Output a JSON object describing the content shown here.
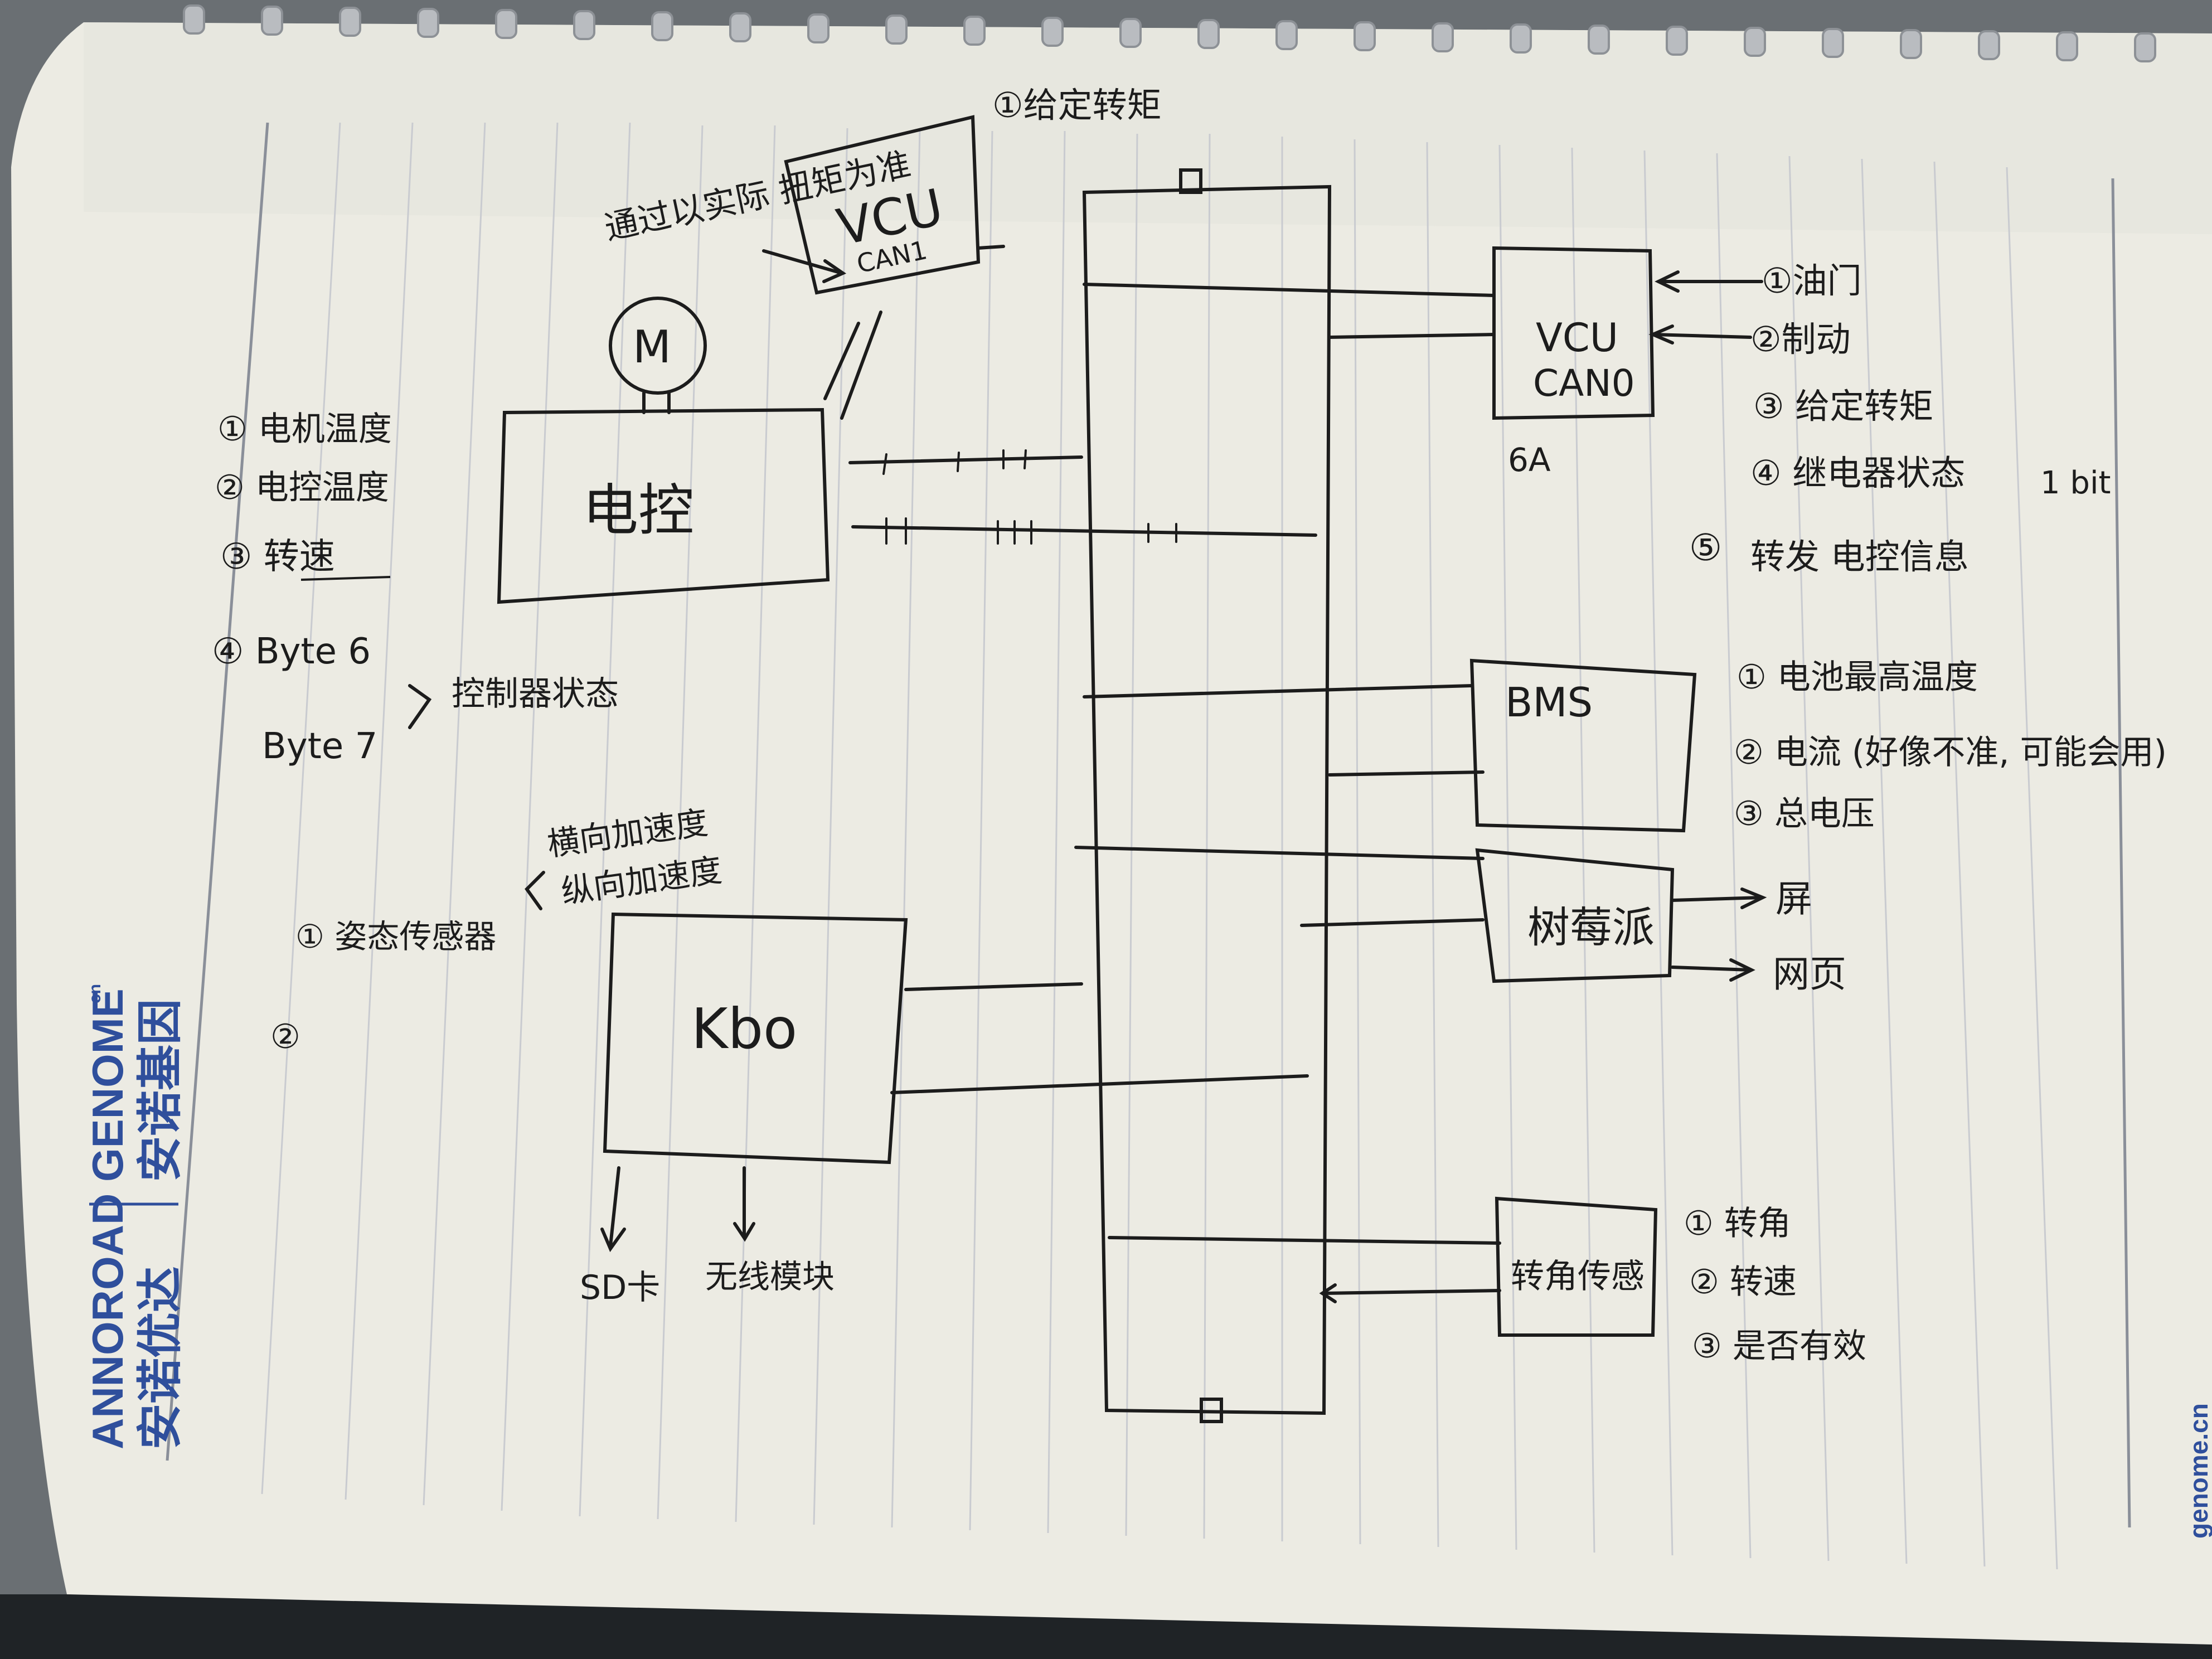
{
  "brand": {
    "logo_text": "ANNOROAD",
    "logo_cn": "安诺优达",
    "genome_text": "GENOME",
    "genome_suffix": "cn",
    "genome_cn": "安诺基因",
    "side_watermark": "genome.cn"
  },
  "top_notes": {
    "vcu_note": "通过以实际 扭矩为准",
    "given_torque": "①给定转矩"
  },
  "modules": {
    "vcu_top": {
      "line1": "VCU",
      "line2": "CAN1"
    },
    "motor": "M",
    "motor_controller": "电控",
    "vcu_right": {
      "line1": "VCU",
      "line2": "CAN0",
      "note": "6A"
    },
    "bms": "BMS",
    "recorder": "树莓派",
    "t_box": "Kbo",
    "steering_sensor": "转角传感"
  },
  "controller_notes": [
    "① 电机温度",
    "② 电控温度",
    "③ 转速",
    "④ Byte 6",
    "Byte 7",
    "控制器状态"
  ],
  "tbox_notes": {
    "sensor": "① 姿态传感器",
    "lateral": "横向加速度",
    "longitudinal": "纵向加速度",
    "item2": "②",
    "sd": "SD卡",
    "wireless": "无线模块"
  },
  "vcu_signals": [
    "①油门",
    "②制动",
    "③ 给定转矩",
    "④ 继电器状态",
    "1 bit",
    "⑤",
    "转发 电控信息"
  ],
  "bms_signals": [
    "① 电池最高温度",
    "② 电流 (好像不准, 可能会用)",
    "③ 总电压"
  ],
  "recorder_outputs": [
    "屏",
    "网页"
  ],
  "steering_signals": [
    "① 转角",
    "② 转速",
    "③ 是否有效"
  ]
}
